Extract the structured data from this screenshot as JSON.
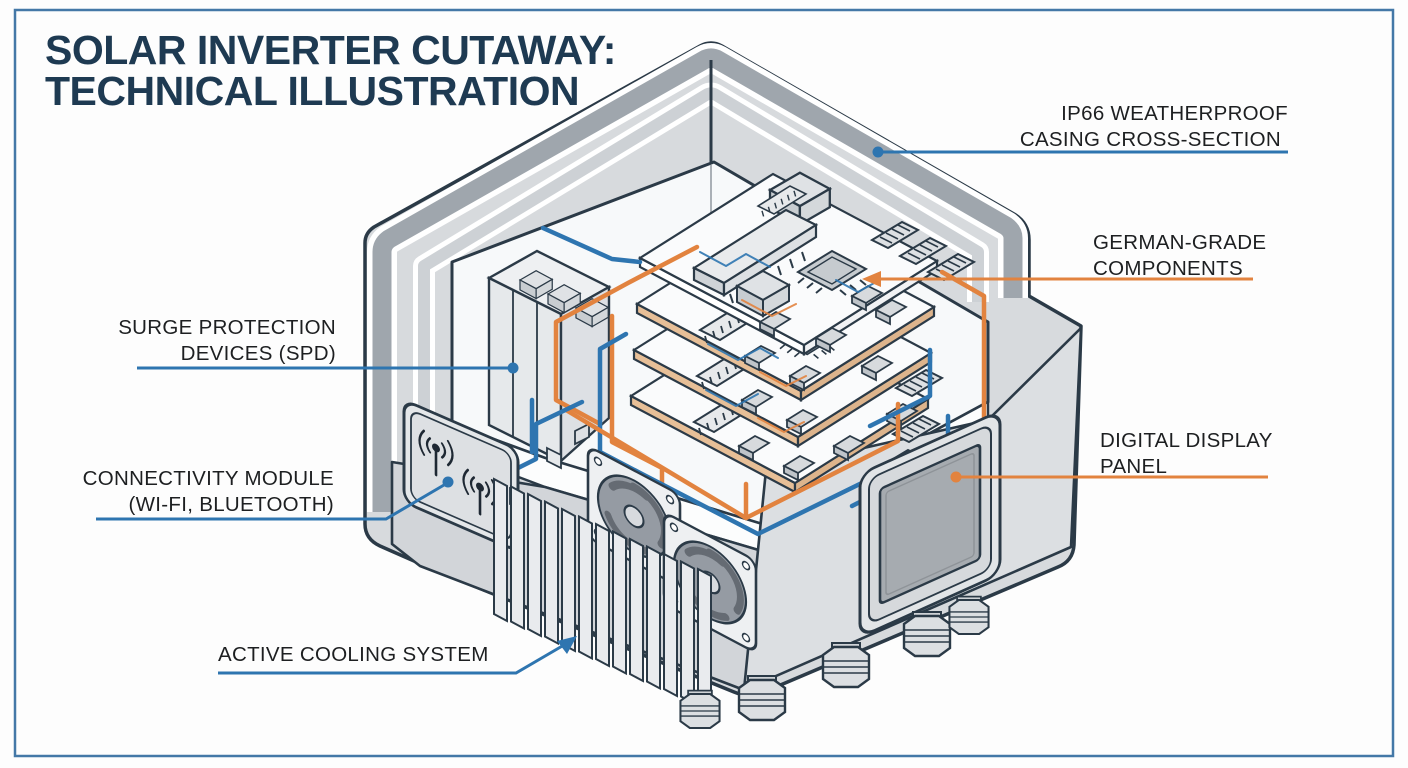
{
  "title": {
    "line1": "SOLAR INVERTER CUTAWAY:",
    "line2": "TECHNICAL ILLUSTRATION"
  },
  "labels": {
    "ip66": {
      "line1": "IP66 WEATHERPROOF",
      "line2": "CASING CROSS-SECTION"
    },
    "german": {
      "line1": "GERMAN-GRADE",
      "line2": "COMPONENTS"
    },
    "display": {
      "line1": "DIGITAL DISPLAY",
      "line2": "PANEL"
    },
    "spd": {
      "line1": "SURGE PROTECTION",
      "line2": "DEVICES (SPD)"
    },
    "connectivity": {
      "line1": "CONNECTIVITY MODULE",
      "line2": "(WI-FI, BLUETOOTH)"
    },
    "cooling": {
      "line1": "ACTIVE COOLING SYSTEM"
    }
  },
  "icons": [
    {
      "name": "wifi-antenna-icon",
      "meaning": "wireless antenna symbol on connectivity module",
      "count": 2
    }
  ],
  "colors": {
    "frame": "#4478a7",
    "title": "#1e3a52",
    "label_text": "#1d1f21",
    "leader_blue": "#2e75b0",
    "leader_orange": "#e2833f",
    "wire_blue": "#2e75b0",
    "wire_orange": "#e2833f",
    "outline": "#2b3a47",
    "casing_light": "#d7dadd",
    "casing_band_dark": "#9fa6ad",
    "interior_white": "#f7f9fa",
    "screen_gray": "#a6abb0",
    "pcb_edge_tan": "#e7bf97"
  }
}
